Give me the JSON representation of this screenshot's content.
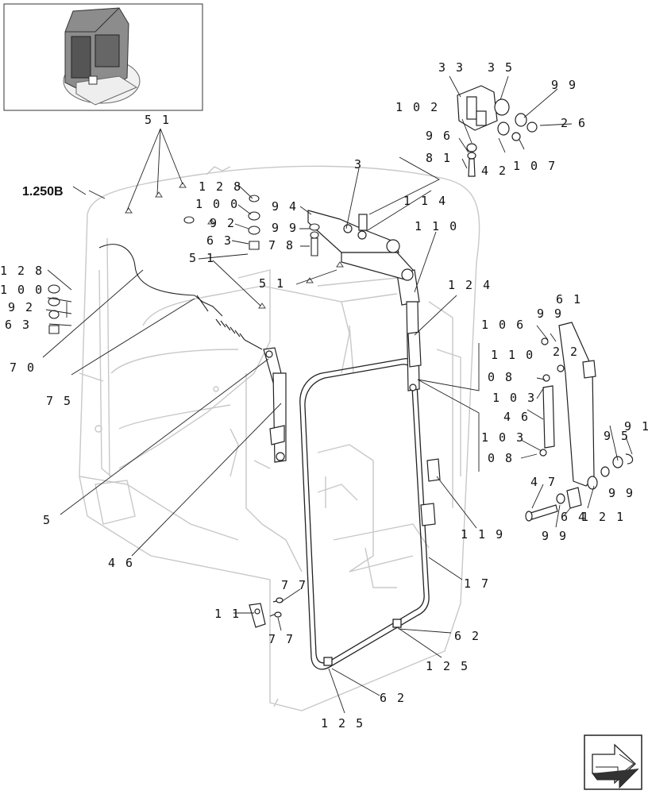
{
  "reference_label": "1.250B",
  "callouts": [
    {
      "id": "c1",
      "text": "5 1"
    },
    {
      "id": "c2",
      "text": "1 2 8"
    },
    {
      "id": "c3",
      "text": "1 0 0"
    },
    {
      "id": "c4",
      "text": "9 2"
    },
    {
      "id": "c5",
      "text": "6 3"
    },
    {
      "id": "c6",
      "text": "5 1"
    },
    {
      "id": "c7",
      "text": "9 4"
    },
    {
      "id": "c8",
      "text": "9 9"
    },
    {
      "id": "c9",
      "text": "7 8"
    },
    {
      "id": "c10",
      "text": "5 1"
    },
    {
      "id": "c11",
      "text": "3"
    },
    {
      "id": "c12",
      "text": "3 3"
    },
    {
      "id": "c13",
      "text": "3 5"
    },
    {
      "id": "c14",
      "text": "9 9"
    },
    {
      "id": "c15",
      "text": "1 0 2"
    },
    {
      "id": "c16",
      "text": "2 6"
    },
    {
      "id": "c17",
      "text": "9 6"
    },
    {
      "id": "c18",
      "text": "8 1"
    },
    {
      "id": "c19",
      "text": "4 2"
    },
    {
      "id": "c20",
      "text": "1 0 7"
    },
    {
      "id": "c21",
      "text": "1 1 4"
    },
    {
      "id": "c22",
      "text": "1 1 0"
    },
    {
      "id": "c23",
      "text": "1 2 4"
    },
    {
      "id": "c24",
      "text": "1 2 8"
    },
    {
      "id": "c25",
      "text": "1 0 0"
    },
    {
      "id": "c26",
      "text": "9 2"
    },
    {
      "id": "c27",
      "text": "6 3"
    },
    {
      "id": "c28",
      "text": "7 0"
    },
    {
      "id": "c29",
      "text": "7 5"
    },
    {
      "id": "c30",
      "text": "1 0 6"
    },
    {
      "id": "c31",
      "text": "9 9"
    },
    {
      "id": "c32",
      "text": "6 1"
    },
    {
      "id": "c33",
      "text": "1 1 0"
    },
    {
      "id": "c34",
      "text": "2 2"
    },
    {
      "id": "c35",
      "text": "0 8"
    },
    {
      "id": "c36",
      "text": "1 0 3"
    },
    {
      "id": "c37",
      "text": "4 6"
    },
    {
      "id": "c38",
      "text": "1 0 3"
    },
    {
      "id": "c39",
      "text": "9 5"
    },
    {
      "id": "c40",
      "text": "9 1"
    },
    {
      "id": "c41",
      "text": "0 8"
    },
    {
      "id": "c42",
      "text": "4 7"
    },
    {
      "id": "c43",
      "text": "9 9"
    },
    {
      "id": "c44",
      "text": "6 4"
    },
    {
      "id": "c45",
      "text": "1 2 1"
    },
    {
      "id": "c46",
      "text": "9 9"
    },
    {
      "id": "c47",
      "text": "1 1 9"
    },
    {
      "id": "c48",
      "text": "5"
    },
    {
      "id": "c49",
      "text": "4 6"
    },
    {
      "id": "c50",
      "text": "1 7"
    },
    {
      "id": "c51",
      "text": "7 7"
    },
    {
      "id": "c52",
      "text": "1 1"
    },
    {
      "id": "c53",
      "text": "7 7"
    },
    {
      "id": "c54",
      "text": "6 2"
    },
    {
      "id": "c55",
      "text": "1 2 5"
    },
    {
      "id": "c56",
      "text": "6 2"
    },
    {
      "id": "c57",
      "text": "1 2 5"
    }
  ],
  "nav_icon": "next-page-arrow-icon",
  "thumbnail_icon": "cab-thumbnail-icon"
}
